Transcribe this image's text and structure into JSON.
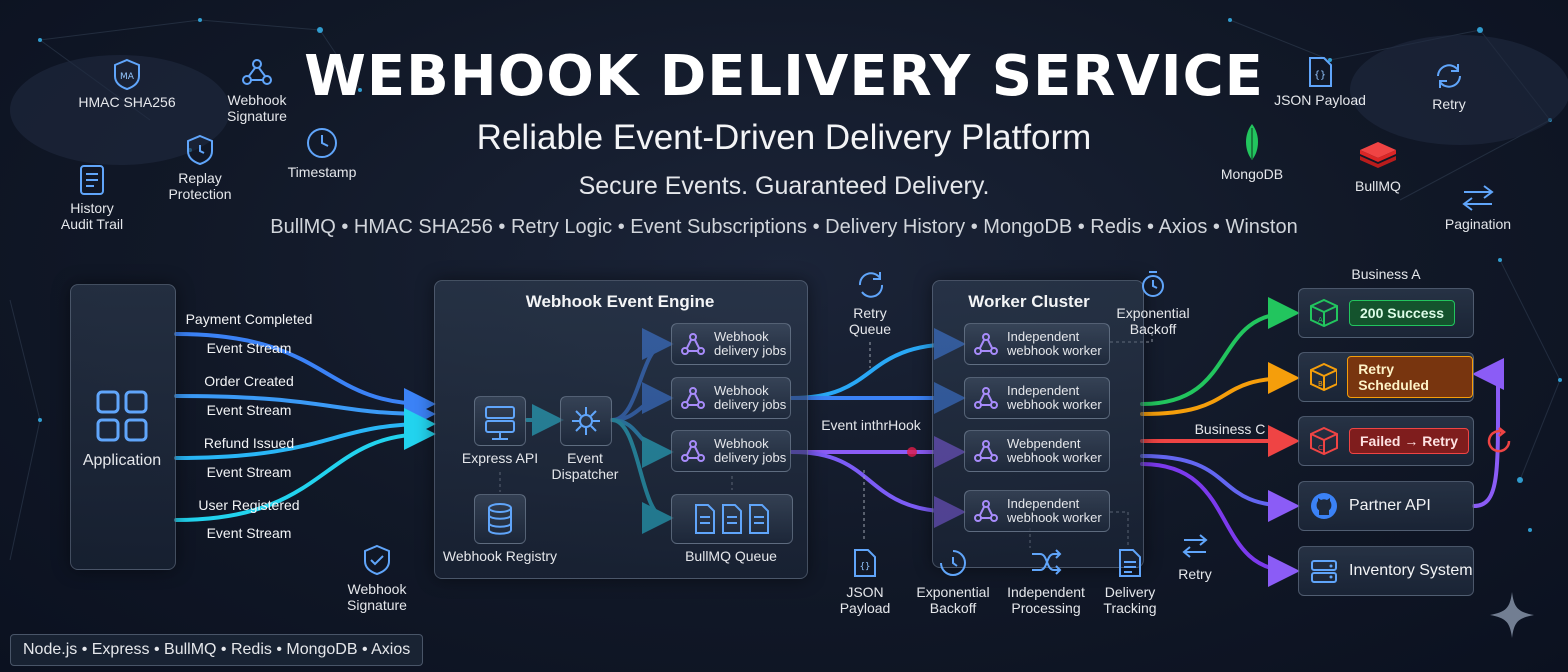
{
  "header": {
    "title": "WEBHOOK DELIVERY SERVICE",
    "subtitle": "Reliable Event-Driven Delivery Platform",
    "tagline": "Secure Events. Guaranteed Delivery.",
    "tech_line": "BullMQ • HMAC SHA256 • Retry Logic • Event Subscriptions • Delivery History • MongoDB • Redis • Axios • Winston"
  },
  "top_left_features": {
    "hmac": "HMAC SHA256",
    "webhook_signature": [
      "Webhook",
      "Signature"
    ],
    "replay_protection": [
      "Replay",
      "Protection"
    ],
    "timestamp": "Timestamp",
    "history": [
      "History",
      "Audit Trail"
    ],
    "hmac_icon_text": "MA"
  },
  "top_right_features": {
    "json_payload": "JSON Payload",
    "retry": "Retry",
    "mongodb": "MongoDB",
    "bullmq": "BullMQ",
    "pagination": "Pagination"
  },
  "application": {
    "label": "Application",
    "streams": [
      {
        "name": "Payment Completed",
        "stream": "Event Stream"
      },
      {
        "name": "Order Created",
        "stream": "Event Stream"
      },
      {
        "name": "Refund Issued",
        "stream": "Event Stream"
      },
      {
        "name": "User Registered",
        "stream": "Event Stream"
      }
    ]
  },
  "engine": {
    "title": "Webhook Event Engine",
    "express_api": "Express API",
    "dispatcher": [
      "Event",
      "Dispatcher"
    ],
    "registry": "Webhook Registry",
    "jobs": [
      [
        "Webhook",
        "delivery jobs"
      ],
      [
        "Webhook",
        "delivery jobs"
      ],
      [
        "Webhook",
        "delivery jobs"
      ]
    ],
    "queue": "BullMQ Queue"
  },
  "middle": {
    "retry_queue": [
      "Retry",
      "Queue"
    ],
    "event_label": "Event inthrHook",
    "json_payload": [
      "JSON",
      "Payload"
    ],
    "webhook_signature": [
      "Webhook",
      "Signature"
    ]
  },
  "workers": {
    "title": "Worker Cluster",
    "exponential_backoff_top": [
      "Exponential",
      "Backoff"
    ],
    "items": [
      [
        "Independent",
        "webhook worker"
      ],
      [
        "Independent",
        "webhook worker"
      ],
      [
        "Webpendent",
        "webhook worker"
      ],
      [
        "Independent",
        "webhook worker"
      ]
    ],
    "bottom": {
      "backoff": [
        "Exponential",
        "Backoff"
      ],
      "processing": [
        "Independent",
        "Processing"
      ],
      "tracking": [
        "Delivery",
        "Tracking"
      ],
      "retry": "Retry"
    }
  },
  "targets": {
    "business_a": "Business A",
    "business_c": "Business C",
    "success": "200 Success",
    "retry_scheduled": "Retry Scheduled",
    "failed_retry": "Failed → Retry",
    "partner_api": "Partner API",
    "inventory": "Inventory System",
    "box_letters": [
      "A",
      "B",
      "C"
    ]
  },
  "colors": {
    "success": "#22c55e",
    "warning": "#f59e0b",
    "danger": "#ef4444",
    "flow_blue": "#3b82f6",
    "flow_cyan": "#22d3ee",
    "flow_purple": "#8b5cf6"
  },
  "footer": "Node.js • Express • BullMQ • Redis • MongoDB • Axios"
}
